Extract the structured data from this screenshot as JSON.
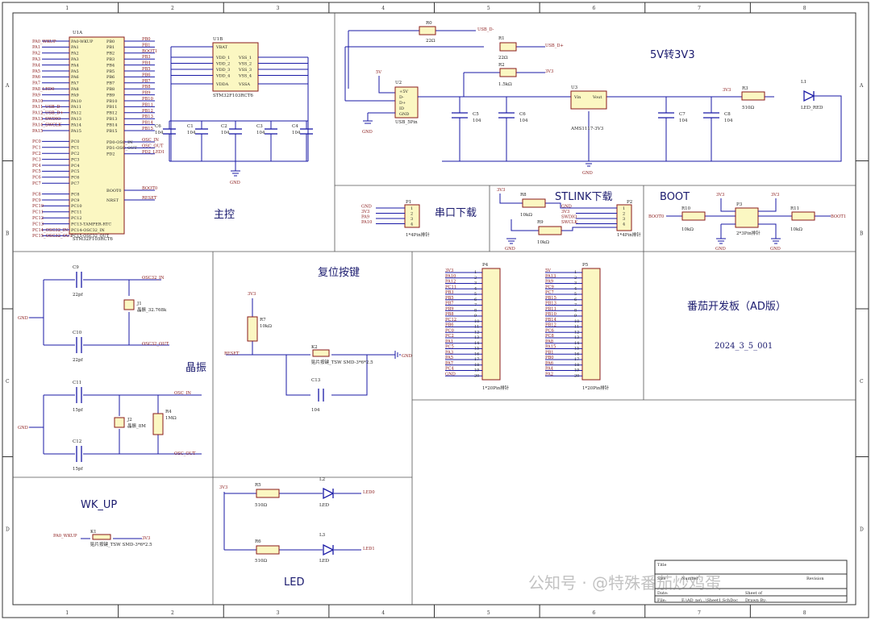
{
  "ruler": {
    "columns": [
      "1",
      "2",
      "3",
      "4",
      "5",
      "6",
      "7",
      "8"
    ],
    "rows": [
      "A",
      "B",
      "C",
      "D"
    ]
  },
  "sections": {
    "main": "主控",
    "power": "5V转3V3",
    "uart": "串口下载",
    "stlink": "STLINK下载",
    "boot": "BOOT",
    "reset": "复位按键",
    "crystal": "晶振",
    "board": "番茄开发板（AD版）",
    "date": "2024_3_5_001",
    "wkup": "WK_UP",
    "led": "LED"
  },
  "mcu": {
    "ref_a": "U1A",
    "ref_b": "U1B",
    "part": "STM32F103RCT6",
    "left_pins": [
      "PA0-WKUP",
      "PA1",
      "PA2",
      "PA3",
      "PA4",
      "PA5",
      "PA6",
      "PA7",
      "PA8",
      "PA9",
      "PA10",
      "PA11",
      "PA12",
      "PA13",
      "PA14",
      "PA15",
      "PC0",
      "PC1",
      "PC2",
      "PC3",
      "PC4",
      "PC5",
      "PC6",
      "PC7",
      "PC8",
      "PC9",
      "PC10",
      "PC11",
      "PC12",
      "PC13-TAMPER-RTC",
      "PC14-OSC32_IN",
      "PC15-OSC32_OUT"
    ],
    "left_nets": [
      "PA0_WKUP",
      "PA1",
      "PA2",
      "PA3",
      "PA4",
      "PA5",
      "PA6",
      "PA7",
      "PA8_LED0",
      "PA9",
      "PA10",
      "PA11_USB_D-",
      "PA12_USB_D+",
      "PA13_SWDIO",
      "PA14_SWCLK",
      "PA15",
      "PC0",
      "PC1",
      "PC2",
      "PC3",
      "PC4",
      "PC5",
      "PC6",
      "PC7",
      "PC8",
      "PC9",
      "PC10",
      "PC11",
      "PC12",
      "PC13",
      "PC14_OSC32_IN",
      "PC15_OSC32_OUT"
    ],
    "right_pins": [
      "PB0",
      "PB1",
      "PB2",
      "PB3",
      "PB4",
      "PB5",
      "PB6",
      "PB7",
      "PB8",
      "PB9",
      "PB10",
      "PB11",
      "PB12",
      "PB13",
      "PB14",
      "PB15",
      "PD0-OSC_IN",
      "PD1-OSC_OUT",
      "PD2",
      "BOOT0",
      "NRST"
    ],
    "right_nets": [
      "PB0",
      "PB1",
      "BOOT1",
      "PB3",
      "PB4",
      "PB5",
      "PB6",
      "PB7",
      "PB8",
      "PB9",
      "PB10",
      "PB11",
      "PB12",
      "PB13",
      "PB14",
      "PB15",
      "OSC_IN",
      "OSC_OUT",
      "PD2_LED1",
      "BOOT0",
      "RESET"
    ],
    "power_pins": [
      "VBAT",
      "VDD_1",
      "VDD_2",
      "VDD_3",
      "VDD_4",
      "VDDA"
    ],
    "gnd_pins": [
      "VSS_1",
      "VSS_2",
      "VSS_3",
      "VSS_4",
      "VSSA"
    ]
  },
  "decoupling": [
    {
      "ref": "C6",
      "val": "104"
    },
    {
      "ref": "C1",
      "val": "104"
    },
    {
      "ref": "C2",
      "val": "104"
    },
    {
      "ref": "C3",
      "val": "104"
    },
    {
      "ref": "C4",
      "val": "104"
    }
  ],
  "power": {
    "r0": "R0",
    "r0_val": "22Ω",
    "r1": "R1",
    "r1_val": "22Ω",
    "r2": "R2",
    "r2_val": "1.5kΩ",
    "usb_dm": "USB_D-",
    "usb_dp": "USB_D+",
    "v5": "5V",
    "v3": "3V3",
    "usb_ref": "U2",
    "usb_part": "USB_5Pin",
    "usb_pins": [
      "+5V",
      "D-",
      "D+",
      "ID",
      "GND"
    ],
    "ldo_ref": "U3",
    "ldo_part": "AMS1117-3V3",
    "ldo_vin": "Vin",
    "ldo_vout": "Vout",
    "c5": "C5",
    "c6": "C6",
    "c7": "C7",
    "c8": "C8",
    "cap_val": "104",
    "r3": "R3",
    "r3_val": "510Ω",
    "led_ref": "L1",
    "led_part": "LED_RED",
    "gnd": "GND"
  },
  "uart": {
    "ref": "P1",
    "part": "1*4Pin排针",
    "nets": [
      "GND",
      "3V3",
      "PA9",
      "PA10"
    ]
  },
  "stlink": {
    "ref": "P2",
    "part": "1*4Pin排针",
    "r8": "R8",
    "r9": "R9",
    "val": "10kΩ",
    "nets": [
      "GND",
      "3V3",
      "SWDIO",
      "SWCLK"
    ],
    "v3": "3V3",
    "gnd": "GND"
  },
  "boot": {
    "r10": "R10",
    "r11": "R11",
    "val": "10kΩ",
    "ref": "P3",
    "part": "2*3Pin排针",
    "boot0": "BOOT0",
    "boot1": "BOOT1",
    "v3": "3V3",
    "gnd": "GND"
  },
  "headers": {
    "p4_ref": "P4",
    "p4_part": "1*20Pin排针",
    "p4_nets": [
      "3V3",
      "PA10",
      "PA12",
      "PC11",
      "PB3",
      "PB5",
      "PB7",
      "PB9",
      "PB8",
      "PC12",
      "PB6",
      "PC0",
      "PC2",
      "PA1",
      "PC5",
      "PA3",
      "PA5",
      "PA7",
      "PC4",
      "GND"
    ],
    "p5_ref": "P5",
    "p5_part": "1*20Pin排针",
    "p5_nets": [
      "5V",
      "PA13",
      "PA9",
      "PC9",
      "PC7",
      "PB15",
      "PB13",
      "PB11",
      "PB10",
      "PB14",
      "PB12",
      "PC6",
      "PC8",
      "PA8",
      "PA15",
      "PB1",
      "PB0",
      "PA6",
      "PA4",
      "PA2"
    ],
    "pin_numbers": [
      "1",
      "2",
      "3",
      "4",
      "5",
      "6",
      "7",
      "8",
      "9",
      "10",
      "11",
      "12",
      "13",
      "14",
      "15",
      "16",
      "17",
      "18",
      "19",
      "20"
    ]
  },
  "reset": {
    "v3": "3V3",
    "r7": "R7",
    "r7_val": "10kΩ",
    "net": "RESET",
    "k2": "K2",
    "k2_part": "贴片按键_TSW SMD-3*6*2.5",
    "c13": "C13",
    "c13_val": "104",
    "gnd": "GND"
  },
  "crystal": {
    "c9": "C9",
    "c10": "C10",
    "c_small": "22pf",
    "c11": "C11",
    "c12": "C12",
    "c_big": "15pf",
    "y1": "J1",
    "y1_part": "晶振_32.768k",
    "y2": "J2",
    "y2_part": "晶振_8M",
    "r4": "R4",
    "r4_val": "1MΩ",
    "osc32_in": "OSC32_IN",
    "osc32_out": "OSC32_OUT",
    "osc_in": "OSC_IN",
    "osc_out": "OSC_OUT",
    "gnd": "GND"
  },
  "wkup": {
    "net": "PA0_WKUP",
    "k1": "K1",
    "k1_part": "贴片按键_TSW SMD-3*6*2.5",
    "v3": "3V3"
  },
  "led": {
    "v3": "3V3",
    "r5": "R5",
    "r6": "R6",
    "val": "510Ω",
    "l2": "L2",
    "l3": "L3",
    "part": "LED",
    "led0": "LED0",
    "led1": "LED1"
  },
  "title_block": {
    "title": "Title",
    "size": "Size",
    "number": "Number",
    "revision": "Revision",
    "date": "Date:",
    "file": "File:",
    "file_path": "E:\\AD_ne\\...\\Sheet1.SchDoc",
    "sheet_of": "Sheet of",
    "drawn_by": "Drawn By:"
  },
  "watermark": "公知号 · @特殊番茄炒鸡蛋"
}
